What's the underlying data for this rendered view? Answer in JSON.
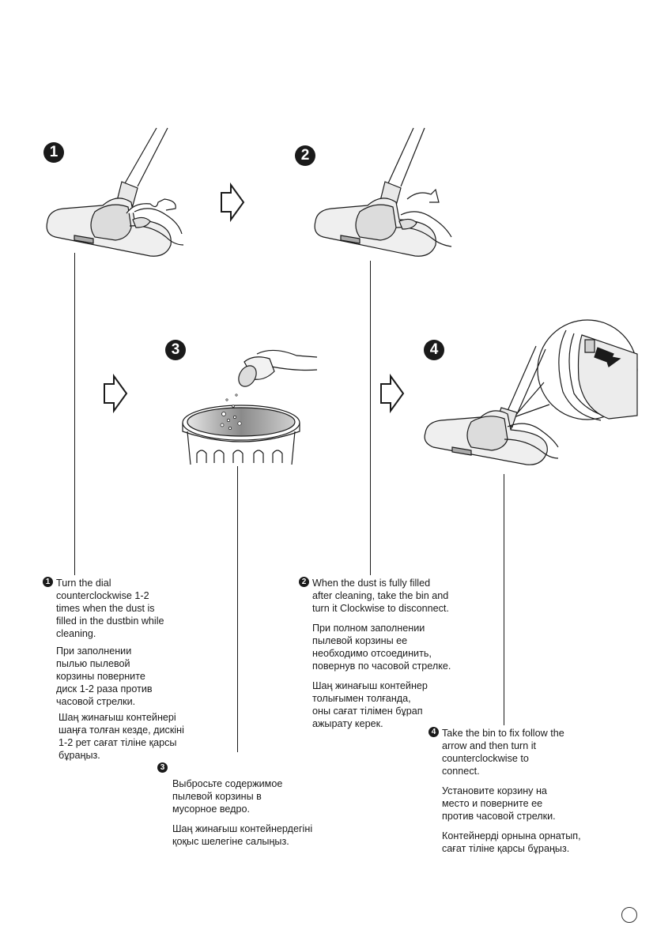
{
  "steps": [
    {
      "badge": "1",
      "en": [
        "Turn the dial",
        "counterclockwise 1-2",
        "times when the dust is",
        "filled in the dustbin while",
        "cleaning."
      ],
      "ru": [
        "При заполнении",
        "пылью пылевой",
        "корзины поверните",
        "диск 1-2 раза против",
        "часовой стрелки."
      ],
      "kk": [
        "Шаң жинағыш контейнері",
        "шаңға толған кезде, дискіні",
        "1-2 рет сағат тіліне қарсы",
        "бұраңыз."
      ]
    },
    {
      "badge": "2",
      "en": [
        "When the dust is fully filled",
        "after cleaning, take the bin and",
        "turn it Clockwise to disconnect."
      ],
      "ru": [
        "При полном заполнении",
        "пылевой корзины ее",
        "необходимо отсоединить,",
        "повернув по часовой стрелке."
      ],
      "kk": [
        "Шаң жинағыш контейнер",
        "толығымен толғанда,",
        "оны сағат тілімен бұрап",
        "ажырату керек."
      ]
    },
    {
      "badge": "3",
      "en": [],
      "ru": [
        "Выбросьте содержимое",
        "пылевой корзины в",
        "мусорное ведро."
      ],
      "kk": [
        "Шаң жинағыш контейнердегіні",
        "қоқыс шелегіне салыңыз."
      ]
    },
    {
      "badge": "4",
      "en": [
        "Take the bin to fix follow the",
        "arrow and then turn it",
        "counterclockwise to",
        "connect."
      ],
      "ru": [
        "Установите корзину на",
        "место и поверните ее",
        "против часовой стрелки."
      ],
      "kk": [
        "Контейнерді орнына орнатып,",
        "сағат тіліне қарсы бұраңыз."
      ]
    }
  ],
  "icons": {
    "next_step_arrow": "right-arrow-outline",
    "page_number_marker": "circle-outline"
  }
}
